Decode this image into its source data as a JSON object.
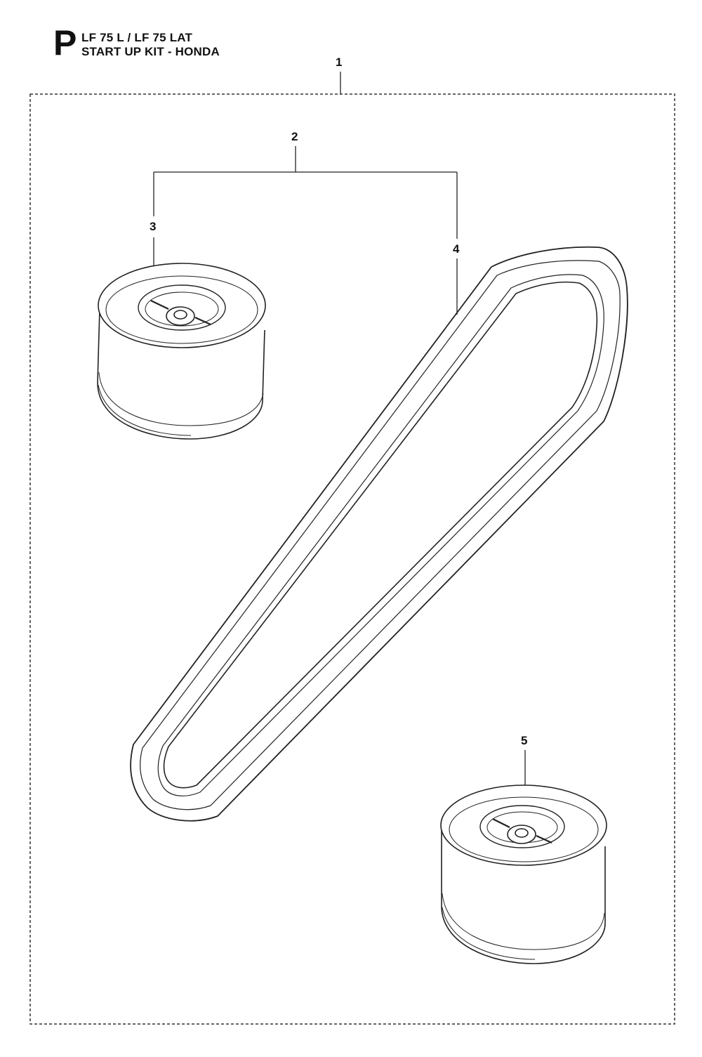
{
  "header": {
    "section_letter": "P",
    "model_line": "LF 75 L / LF 75 LAT",
    "kit_line": "START UP KIT - HONDA"
  },
  "callouts": [
    {
      "id": "1",
      "label": "1"
    },
    {
      "id": "2",
      "label": "2"
    },
    {
      "id": "3",
      "label": "3"
    },
    {
      "id": "4",
      "label": "4"
    },
    {
      "id": "5",
      "label": "5"
    }
  ],
  "parts": {
    "filter_top": "air-filter",
    "belt": "drive-belt",
    "filter_bottom": "air-filter"
  }
}
